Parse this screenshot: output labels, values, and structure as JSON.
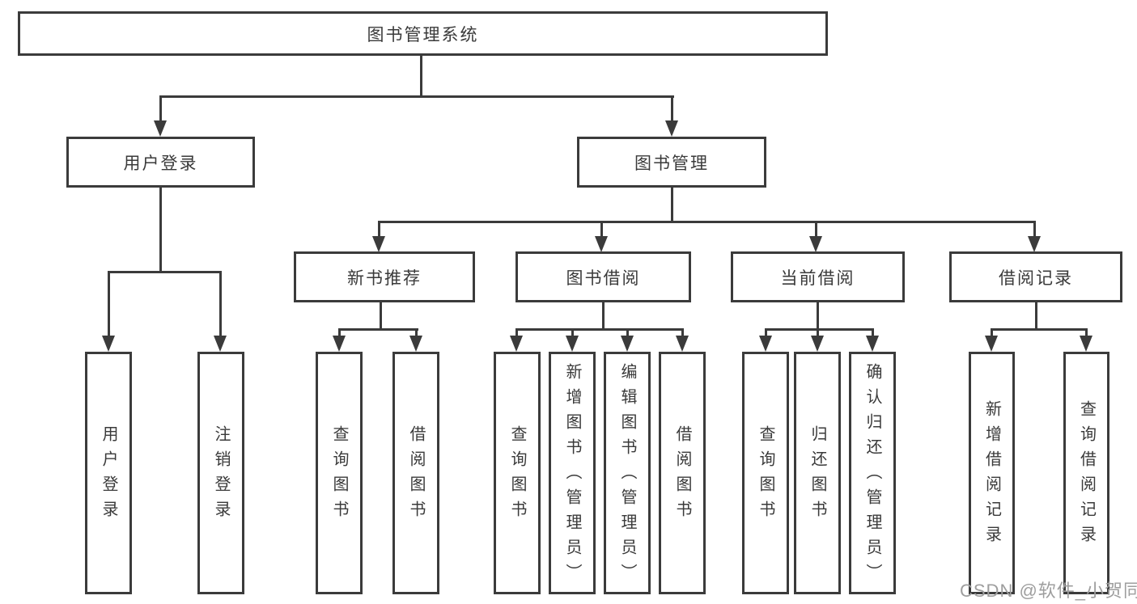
{
  "diagram": {
    "title_node": "图书管理系统",
    "level2": {
      "user_login": "用户登录",
      "book_mgmt": "图书管理"
    },
    "level3": {
      "new_book_rec": "新书推荐",
      "book_borrow": "图书借阅",
      "current_borrow": "当前借阅",
      "borrow_records": "借阅记录"
    },
    "leaves": {
      "user_login": "用户登录",
      "logout": "注销登录",
      "rec_query_books": "查询图书",
      "rec_borrow_books": "借阅图书",
      "bb_query_books": "查询图书",
      "bb_add_books": "新增图书（管理员）",
      "bb_edit_books": "编辑图书（管理员）",
      "bb_borrow_books": "借阅图书",
      "cb_query_books": "查询图书",
      "cb_return_books": "归还图书",
      "cb_confirm_return": "确认归还（管理员）",
      "br_add_record": "新增借阅记录",
      "br_query_record": "查询借阅记录"
    },
    "watermark": "CSDN @软件_小贺同学",
    "colors": {
      "line": "#3b3b3b",
      "text": "#3a3a3a",
      "watermark": "#9e9e9e",
      "background": "#ffffff"
    }
  }
}
